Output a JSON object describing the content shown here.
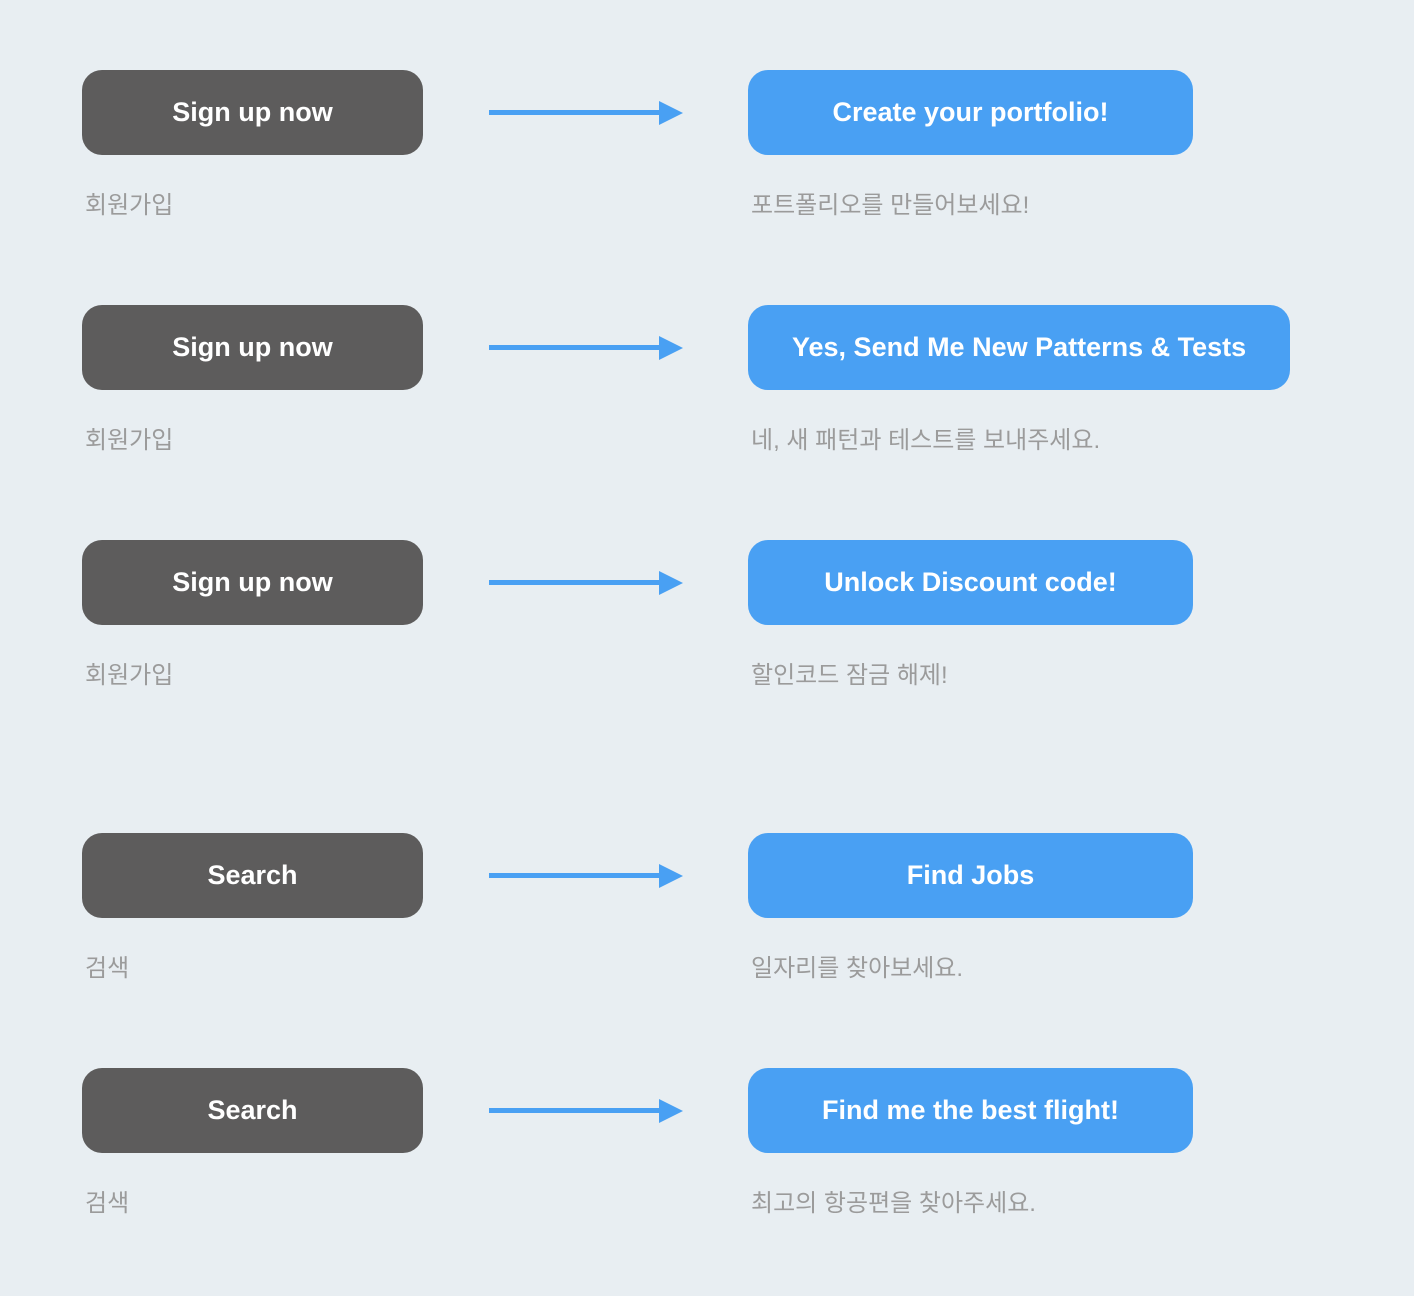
{
  "page": {
    "background_color": "#e8eef2",
    "description": "CTA button copy comparison: generic labels vs specific labels, with Korean translations"
  },
  "colors": {
    "generic_button_bg": "#5d5c5c",
    "specific_button_bg": "#49a0f3",
    "arrow": "#49a0f3",
    "button_text": "#ffffff",
    "caption_text": "#9b9b9b"
  },
  "rows": [
    {
      "before": {
        "label": "Sign up now",
        "caption": "회원가입"
      },
      "after": {
        "label": "Create your portfolio!",
        "caption": "포트폴리오를 만들어보세요!"
      },
      "group_gap": false
    },
    {
      "before": {
        "label": "Sign up now",
        "caption": "회원가입"
      },
      "after": {
        "label": "Yes, Send Me New Patterns & Tests",
        "caption": "네, 새 패턴과 테스트를 보내주세요."
      },
      "group_gap": false
    },
    {
      "before": {
        "label": "Sign up now",
        "caption": "회원가입"
      },
      "after": {
        "label": "Unlock Discount code!",
        "caption": "할인코드 잠금 해제!"
      },
      "group_gap": false
    },
    {
      "before": {
        "label": "Search",
        "caption": "검색"
      },
      "after": {
        "label": "Find Jobs",
        "caption": "일자리를 찾아보세요."
      },
      "group_gap": true
    },
    {
      "before": {
        "label": "Search",
        "caption": "검색"
      },
      "after": {
        "label": "Find me the best flight!",
        "caption": "최고의 항공편을 찾아주세요."
      },
      "group_gap": false
    }
  ]
}
